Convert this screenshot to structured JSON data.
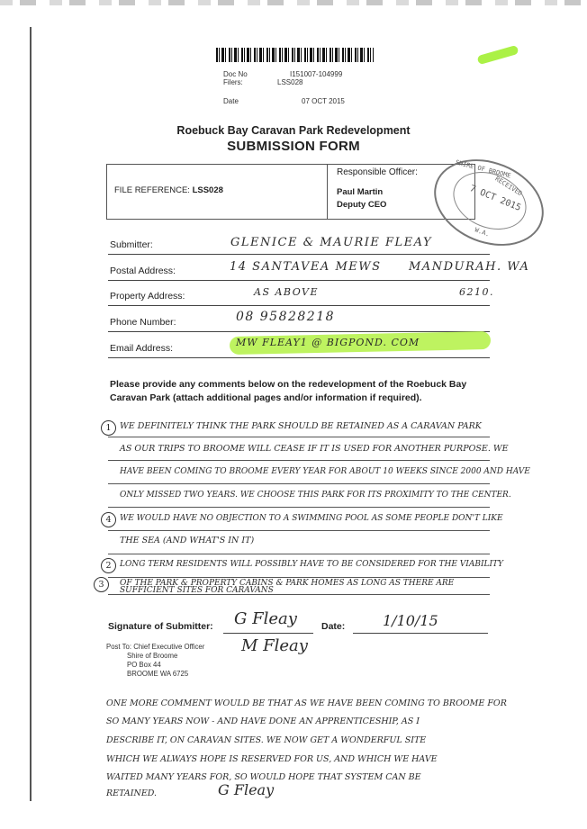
{
  "header": {
    "doc_no_label": "Doc No",
    "doc_no_value": "I151007-104999",
    "filers_label": "Filers:",
    "filers_value": "LSS028",
    "date_label": "Date",
    "date_value": "07 OCT 2015"
  },
  "title": {
    "line1": "Roebuck Bay Caravan Park Redevelopment",
    "line2": "SUBMISSION FORM"
  },
  "file_box": {
    "file_reference_label": "FILE REFERENCE:",
    "file_reference_value": "LSS028",
    "responsible_officer_label": "Responsible Officer:",
    "officer_name": "Paul Martin",
    "officer_title": "Deputy CEO"
  },
  "stamp": {
    "top_text": "SHIRE OF BROOME",
    "mid_text": "RECEIVED",
    "date": "7 OCT 2015",
    "bottom_text": "W.A."
  },
  "fields": [
    {
      "label": "Submitter:",
      "value": "GLENICE & MAURIE FLEAY"
    },
    {
      "label": "Postal Address:",
      "value": "14 SANTAVEA MEWS",
      "value2": "MANDURAH. WA"
    },
    {
      "label": "Property Address:",
      "value": "AS ABOVE",
      "value2": "6210."
    },
    {
      "label": "Phone Number:",
      "value": "08 95828218"
    },
    {
      "label": "Email Address:",
      "value": "MW FLEAY1 @ BIGPOND. COM"
    }
  ],
  "instructions": "Please provide any comments below on the redevelopment of the Roebuck Bay Caravan Park (attach additional pages and/or information if required).",
  "comments": [
    {
      "num": "1",
      "text": "WE DEFINITELY THINK THE PARK SHOULD BE RETAINED AS A CARAVAN PARK"
    },
    {
      "num": "",
      "text": "AS OUR TRIPS TO BROOME WILL CEASE IF IT IS USED FOR ANOTHER PURPOSE. WE"
    },
    {
      "num": "",
      "text": "HAVE BEEN COMING TO BROOME EVERY YEAR FOR ABOUT 10 WEEKS SINCE 2000 AND HAVE"
    },
    {
      "num": "",
      "text": "ONLY MISSED TWO YEARS. WE CHOOSE THIS PARK FOR ITS PROXIMITY TO THE CENTER."
    },
    {
      "num": "4",
      "text": "WE WOULD HAVE NO OBJECTION TO A SWIMMING POOL AS SOME PEOPLE DON'T LIKE"
    },
    {
      "num": "",
      "text": "THE SEA (AND WHAT'S IN IT)"
    },
    {
      "num": "2",
      "text": "LONG TERM RESIDENTS WILL POSSIBLY HAVE TO BE CONSIDERED FOR THE VIABILITY"
    },
    {
      "num": "",
      "text": "OF THE PARK & PROPERTY CABINS & PARK HOMES AS LONG AS THERE ARE"
    },
    {
      "num": "3",
      "text": "SUFFICIENT SITES FOR CARAVANS"
    }
  ],
  "signature": {
    "label": "Signature of Submitter:",
    "sig1": "G Fleay",
    "date_label": "Date:",
    "date_value": "1/10/15",
    "sig2": "M Fleay"
  },
  "post_to": {
    "line1": "Post To: Chief Executive Officer",
    "line2": "Shire of Broome",
    "line3": "PO Box 44",
    "line4": "BROOME WA 6725"
  },
  "footnote": [
    "ONE MORE COMMENT WOULD BE THAT AS WE HAVE BEEN COMING TO BROOME FOR",
    "SO MANY YEARS NOW - AND HAVE DONE AN APPRENTICESHIP, AS I",
    "DESCRIBE IT, ON CARAVAN SITES. WE NOW GET A WONDERFUL SITE",
    "WHICH WE ALWAYS HOPE IS RESERVED FOR US, AND WHICH WE HAVE",
    "WAITED MANY YEARS FOR, SO WOULD HOPE THAT SYSTEM CAN BE",
    "RETAINED."
  ],
  "footnote_signature": "G Fleay",
  "colors": {
    "highlighter": "#b7f24f"
  }
}
